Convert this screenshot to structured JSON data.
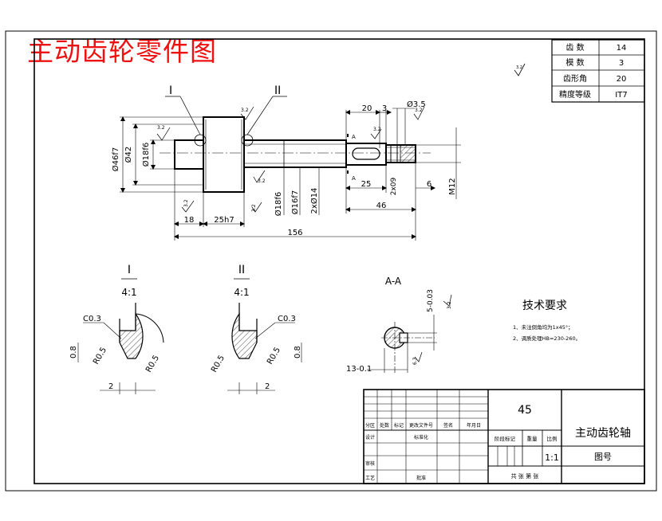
{
  "title": "主动齿轮零件图",
  "params": [
    {
      "label": "齿 数",
      "value": "14"
    },
    {
      "label": "模 数",
      "value": "3"
    },
    {
      "label": "齿形角",
      "value": "20"
    },
    {
      "label": "精度等级",
      "value": "IT7"
    }
  ],
  "roughness_general": "3.2",
  "main_view": {
    "marker_I": "I",
    "marker_II": "II",
    "rough_a": "3.2",
    "rough_b": "3.2",
    "rough_c": "3.2",
    "rough_d": "3.2",
    "rough_e": "3.2",
    "rough_f": "3.2",
    "rough_g": "3.2",
    "dia_outer": "Ø46f7",
    "dia_42": "Ø42",
    "dia_18_left": "Ø18f6",
    "dia_18_mid": "Ø18f6",
    "dia_16": "Ø16f7",
    "dia_14": "2xØ14",
    "len_18": "18",
    "len_25": "25h7",
    "len_156": "156",
    "len_20": "20",
    "len_3": "3",
    "dia_35": "Ø3.5",
    "len_25b": "25",
    "len_2x09": "2x09",
    "len_6": "6",
    "len_46": "46",
    "thread": "M12",
    "sect_A_top": "A",
    "sect_A_bot": "A"
  },
  "detail_I": {
    "label": "I",
    "scale": "4:1",
    "chamfer": "C0.3",
    "fillet": "R0.5",
    "fillet2": "R0.5",
    "depth": "0.8",
    "width": "2"
  },
  "detail_II": {
    "label": "II",
    "scale": "4:1",
    "chamfer": "C0.3",
    "fillet": "R0.5",
    "fillet2": "R0.5",
    "depth": "0.8",
    "width": "2"
  },
  "section_AA": {
    "label": "A-A",
    "dim_top": "5-0.03",
    "dim_13": "13-0.1",
    "rough1": "3.2",
    "rough2": "6.3"
  },
  "tech": {
    "heading": "技术要求",
    "items": [
      "1、未注倒角均为1x45°；",
      "2、调质处理HB=230-260。"
    ]
  },
  "titleblock": {
    "code": "45",
    "part_name": "主动齿轮轴",
    "drawing_no_label": "图号",
    "scale_value": "1:1",
    "row_heads": [
      "分区",
      "处数",
      "标记",
      "更改文件号",
      "签名",
      "年月日"
    ],
    "stage_mark": "阶段标记",
    "weight": "重量",
    "ratio": "比例",
    "design": "设计",
    "standardize": "标准化",
    "review": "审核",
    "craft": "工艺",
    "approve": "批准",
    "sheets": "共 张 第 张"
  }
}
